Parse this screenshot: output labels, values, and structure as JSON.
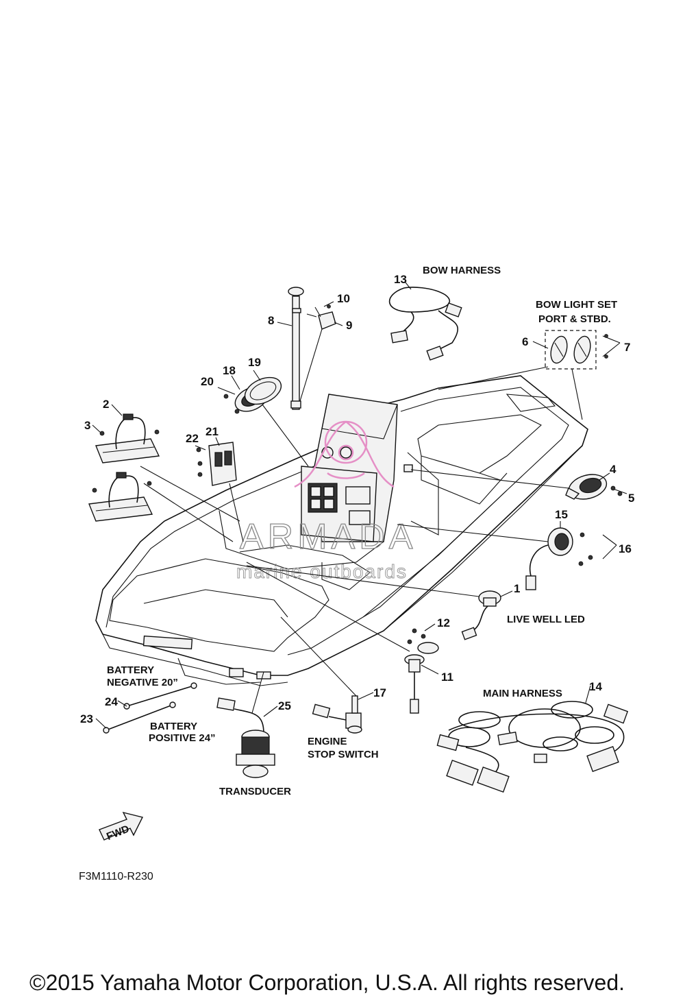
{
  "labels": {
    "bow_harness": "BOW HARNESS",
    "bow_light_set_1": "BOW LIGHT SET",
    "bow_light_set_2": "PORT & STBD.",
    "live_well_led": "LIVE WELL LED",
    "main_harness": "MAIN HARNESS",
    "battery_negative_1": "BATTERY",
    "battery_negative_2": "NEGATIVE 20”",
    "battery_positive_1": "BATTERY",
    "battery_positive_2": "POSITIVE 24”",
    "engine_stop_1": "ENGINE",
    "engine_stop_2": "STOP SWITCH",
    "transducer": "TRANSDUCER",
    "fwd": "FWD"
  },
  "callouts": {
    "n1": "1",
    "n2": "2",
    "n3": "3",
    "n4": "4",
    "n5": "5",
    "n6": "6",
    "n7": "7",
    "n8": "8",
    "n9": "9",
    "n10": "10",
    "n11": "11",
    "n12": "12",
    "n13": "13",
    "n14": "14",
    "n15": "15",
    "n16": "16",
    "n17": "17",
    "n18": "18",
    "n19": "19",
    "n20": "20",
    "n21": "21",
    "n22": "22",
    "n23": "23",
    "n24": "24",
    "n25": "25"
  },
  "watermark": {
    "brand": "ARMADA",
    "tagline": "marine outboards",
    "logo_color": "#e58fc6"
  },
  "diagram_code": "F3M1110-R230",
  "copyright": "©2015 Yamaha Motor Corporation, U.S.A. All rights reserved."
}
